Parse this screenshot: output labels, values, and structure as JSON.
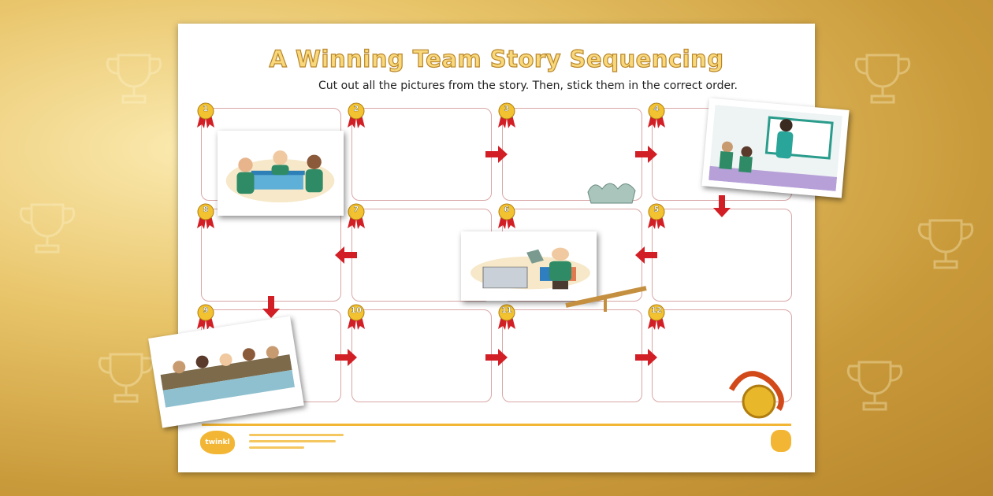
{
  "worksheet": {
    "title": "A Winning Team Story Sequencing",
    "instruction": "Cut out all the pictures from the story. Then, stick them in the correct order.",
    "boxes": [
      "1",
      "2",
      "3",
      "4",
      "8",
      "7",
      "6",
      "5",
      "9",
      "10",
      "11",
      "12"
    ],
    "logo": "twinkl",
    "colors": {
      "accent": "#f2b634",
      "arrow": "#d21f26",
      "box_border": "#d9a6a6",
      "title_fill": "#f8d87a"
    }
  }
}
